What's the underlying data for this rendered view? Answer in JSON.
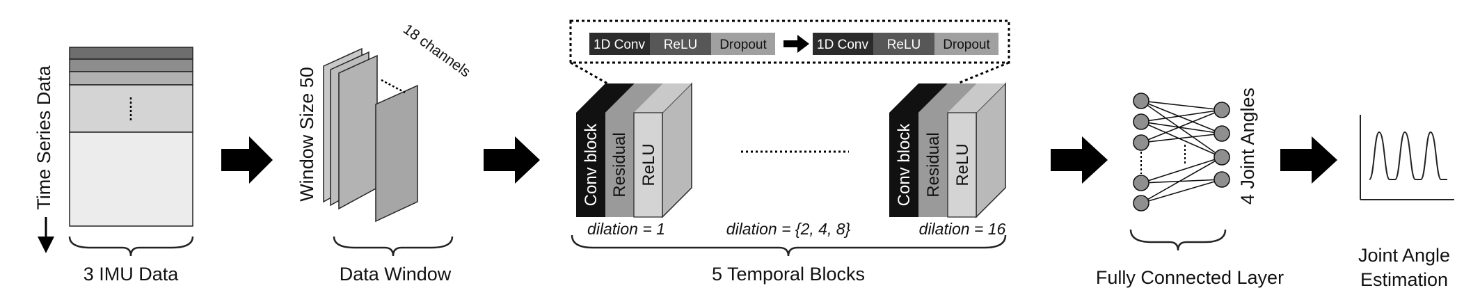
{
  "imu": {
    "axis_label": "Time Series Data",
    "caption": "3 IMU Data"
  },
  "window": {
    "side_label": "Window Size 50",
    "channels_label": "18 channels",
    "caption": "Data Window"
  },
  "detail": {
    "items": [
      "1D Conv",
      "ReLU",
      "Dropout",
      "1D Conv",
      "ReLU",
      "Dropout"
    ]
  },
  "temporal": {
    "block1": {
      "layers": [
        "Conv block",
        "Residual",
        "ReLU"
      ],
      "dilation": "dilation = 1"
    },
    "middle_dilation": "dilation = {2, 4, 8}",
    "block2": {
      "layers": [
        "Conv block",
        "Residual",
        "ReLU"
      ],
      "dilation": "dilation = 16"
    },
    "caption": "5 Temporal Blocks"
  },
  "fc": {
    "side_label": "4 Joint Angles",
    "caption": "Fully Connected Layer"
  },
  "output": {
    "caption_line1": "Joint Angle",
    "caption_line2": "Estimation"
  },
  "colors": {
    "arrow": "#000000",
    "conv": "#111111",
    "residual": "#9a9a9a",
    "relu": "#c9c9c9",
    "node": "#8f8f8f"
  }
}
